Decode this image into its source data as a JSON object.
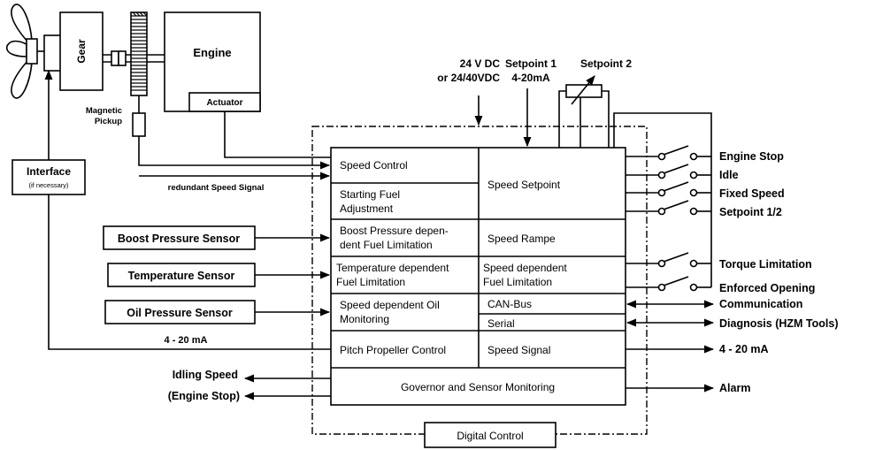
{
  "propulsion": {
    "gear": "Gear",
    "engine": "Engine",
    "actuator": "Actuator",
    "magnetic_pickup_line1": "Magnetic",
    "magnetic_pickup_line2": "Pickup"
  },
  "interface": {
    "title": "Interface",
    "note": "(if necessary)"
  },
  "inputs": {
    "supply_line1": "24 V DC",
    "supply_line2": "or 24/40VDC",
    "setpoint1_line1": "Setpoint 1",
    "setpoint1_line2": "4-20mA",
    "setpoint2": "Setpoint 2",
    "redundant_speed_signal": "redundant Speed Signal",
    "analog_4_20": "4 - 20 mA"
  },
  "sensors": {
    "boost_pressure": "Boost Pressure Sensor",
    "temperature": "Temperature Sensor",
    "oil_pressure": "Oil Pressure Sensor"
  },
  "functions": {
    "speed_control": "Speed Control",
    "starting_fuel_1": "Starting Fuel",
    "starting_fuel_2": "Adjustment",
    "speed_setpoint": "Speed Setpoint",
    "boost_limit_1": "Boost Pressure depen-",
    "boost_limit_2": "dent Fuel Limitation",
    "speed_rampe": "Speed Rampe",
    "temp_limit_1": "Temperature dependent",
    "temp_limit_2": "Fuel Limitation",
    "speed_fuel_1": "Speed dependent",
    "speed_fuel_2": "Fuel Limitation",
    "oil_mon_1": "Speed dependent Oil",
    "oil_mon_2": "Monitoring",
    "can_bus": "CAN-Bus",
    "serial": "Serial",
    "pitch_propeller": "Pitch Propeller Control",
    "speed_signal": "Speed Signal",
    "governor_monitoring": "Governor and Sensor Monitoring",
    "digital_control": "Digital Control"
  },
  "switch_outputs": {
    "engine_stop": "Engine Stop",
    "idle": "Idle",
    "fixed_speed": "Fixed Speed",
    "setpoint_12": "Setpoint 1/2",
    "torque_limitation": "Torque Limitation",
    "enforced_opening": "Enforced Opening"
  },
  "outputs": {
    "communication": "Communication",
    "diagnosis": "Diagnosis (HZM Tools)",
    "analog_out": "4 - 20 mA",
    "alarm": "Alarm",
    "idling_speed": "Idling Speed",
    "engine_stop_out": "(Engine Stop)"
  }
}
